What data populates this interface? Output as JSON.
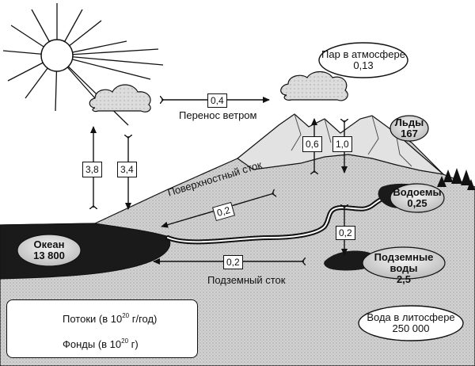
{
  "labels": {
    "vapor_title": "Пар в атмосфере",
    "vapor_value": "0,13",
    "ice_title": "Льды",
    "ice_value": "167",
    "lakes_title": "Водоемы",
    "lakes_value": "0,25",
    "groundwater_title": "Подземные воды",
    "groundwater_value": "2,5",
    "ocean_title": "Океан",
    "ocean_value": "13 800",
    "lithosphere_title": "Вода в литосфере",
    "lithosphere_value": "250 000",
    "wind_transfer": "Перенос ветром",
    "surface_runoff": "Поверхностный сток",
    "underground_runoff": "Подземный сток"
  },
  "flows": {
    "ocean_evap": "3,8",
    "ocean_precip": "3,4",
    "wind": "0,4",
    "land_evap": "0,6",
    "land_precip": "1,0",
    "surface": "0,2",
    "lake_to_ground": "0,2",
    "underground": "0,2"
  },
  "legend": {
    "flows_prefix": "Потоки (в 10",
    "flows_exp": "20",
    "flows_suffix": " г/год)",
    "funds_prefix": "Фонды (в 10",
    "funds_exp": "20",
    "funds_suffix": " г)"
  },
  "colors": {
    "ink": "#111111",
    "land": "#c8c8c8",
    "mountain": "#d6d6d6",
    "water_dark": "#1a1a1a",
    "fund_fill": "#e6e6e6"
  }
}
